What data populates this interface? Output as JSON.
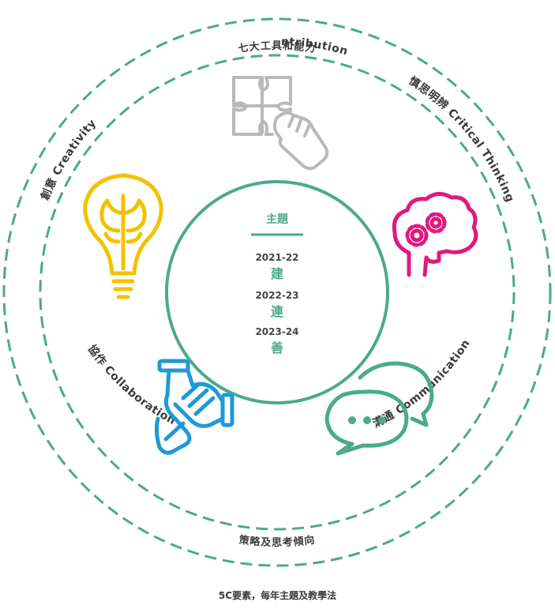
{
  "outer_ring": {
    "top_label": "七大工具和能力",
    "bottom_label": "策略及思考傾向"
  },
  "segments": {
    "contribution": "回饋 Contribution",
    "critical_thinking": "慎思明辨 Critical Thinking",
    "communication": "溝通 Communication",
    "collaboration": "協作 Collaboration",
    "creativity": "創意 Creativity"
  },
  "center": {
    "title": "主題",
    "items": [
      {
        "year": "2021-22",
        "theme": "建"
      },
      {
        "year": "2022-23",
        "theme": "連"
      },
      {
        "year": "2023-24",
        "theme": "善"
      }
    ]
  },
  "caption": "5C要素，每年主題及教學法",
  "colors": {
    "ring": "#4aaa8a",
    "contribution": "#b9b9b9",
    "critical_thinking": "#e0197d",
    "communication": "#4aaa8a",
    "collaboration": "#1e9ad6",
    "creativity": "#f2c200"
  },
  "icons": {
    "contribution": "puzzle-hand-icon",
    "critical_thinking": "brain-gears-icon",
    "communication": "speech-bubbles-icon",
    "collaboration": "joined-hands-icon",
    "creativity": "lightbulb-brain-icon"
  }
}
